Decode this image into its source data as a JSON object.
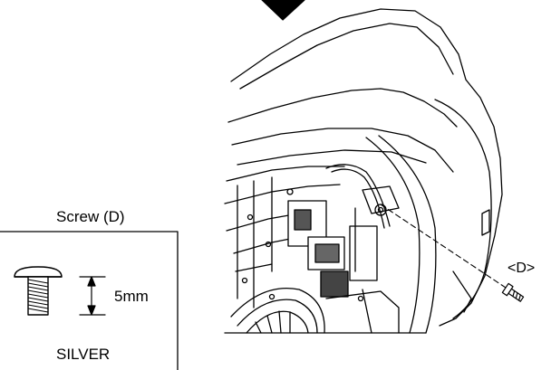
{
  "screw_box": {
    "title": "Screw (D)",
    "length": "5mm",
    "color": "SILVER"
  },
  "callout": {
    "label": "<D>"
  },
  "icons": {
    "arrow": "down-arrow-icon",
    "screw": "screw-icon"
  }
}
